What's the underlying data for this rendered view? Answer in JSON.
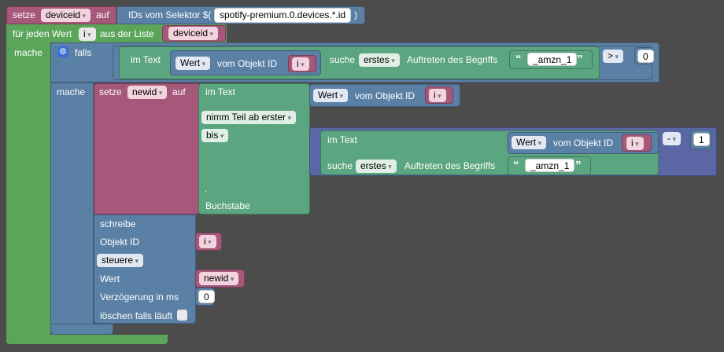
{
  "set_block": {
    "label": "setze",
    "var": "deviceid",
    "on": "auf",
    "selector_prefix": "IDs vom Selektor $(",
    "selector_value": "spotify-premium.0.devices.*.id",
    "selector_suffix": ")"
  },
  "for_each": {
    "label": "für jeden Wert",
    "var": "i",
    "from_list": "aus der Liste",
    "list_var": "deviceid",
    "do": "mache"
  },
  "if_block": {
    "label": "falls",
    "do": "mache",
    "gear_icon": "gear-icon"
  },
  "condition": {
    "in_text": "im Text",
    "prop": "Wert",
    "from_object": "vom Objekt ID",
    "id_var": "i",
    "search": "suche",
    "occurrence": "erstes",
    "occurrence_suffix": "Auftreten des Begriffs",
    "term": "_amzn_1",
    "operator": ">",
    "compare_value": "0"
  },
  "set_newid": {
    "label": "setze",
    "var": "newid",
    "on": "auf",
    "in_text": "im Text",
    "prop": "Wert",
    "from_object": "vom Objekt ID",
    "id_var": "i",
    "take_part": "nimm Teil ab erster",
    "to": "bis",
    "dot": ".",
    "letter": "Buchstabe"
  },
  "inner_search": {
    "in_text": "im Text",
    "prop": "Wert",
    "from_object": "vom Objekt ID",
    "id_var": "i",
    "search": "suche",
    "occurrence": "erstes",
    "occurrence_suffix": "Auftreten des Begriffs",
    "term": "_amzn_1",
    "operator": "-",
    "value": "1"
  },
  "write_block": {
    "label": "schreibe",
    "object_id": "Objekt ID",
    "object_id_var": "i",
    "mode": "steuere",
    "value_label": "Wert",
    "value_var": "newid",
    "delay_label": "Verzögerung in ms",
    "delay_value": "0",
    "clear_label": "löschen falls läuft"
  }
}
